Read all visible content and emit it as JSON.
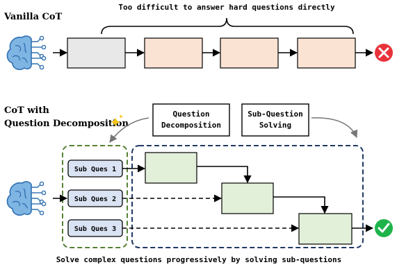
{
  "vanilla": {
    "title": "Vanilla CoT",
    "brace_caption": "Too difficult to answer hard questions directly",
    "result_icon": "red-x-circle-icon"
  },
  "decomposition": {
    "title_line1": "CoT with",
    "title_line2": "Question Decomposition",
    "sparkle_icon": "sparkle-icon",
    "stage1_line1": "Question",
    "stage1_line2": "Decomposition",
    "stage2_line1": "Sub-Question",
    "stage2_line2": "Solving",
    "sub_questions": [
      "Sub Ques 1",
      "Sub Ques 2",
      "Sub Ques 3"
    ],
    "bottom_caption": "Solve complex questions progressively by solving sub-questions",
    "result_icon": "green-check-circle-icon"
  },
  "colors": {
    "gray_box": "#e8e8e8",
    "peach_box": "#fbe3d4",
    "green_box": "#e2f0d9",
    "subq_box": "#dae3f3",
    "green_dash": "#548235",
    "navy_dash": "#1f3864",
    "brain_blue": "#4a8fd0",
    "red": "#e8323a",
    "green_check": "#1fb34a"
  }
}
